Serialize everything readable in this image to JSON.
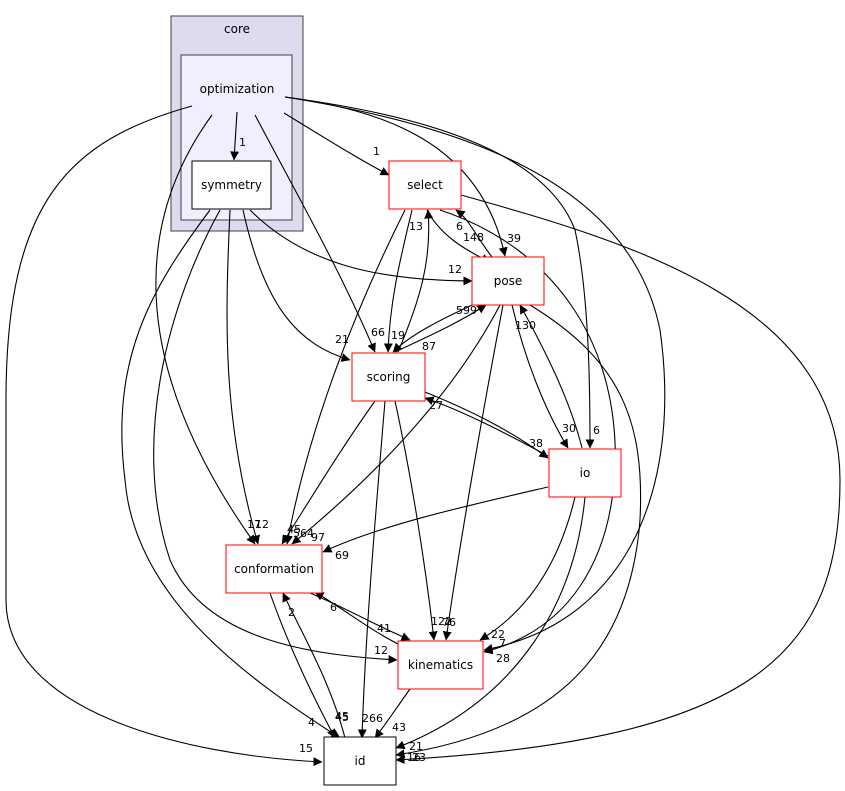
{
  "clusters": {
    "core": {
      "label": "core",
      "fill": "#dcdcee",
      "stroke": "#404040"
    },
    "optimization": {
      "label": "optimization",
      "fill": "#efefff",
      "stroke": "#404040"
    }
  },
  "nodes": {
    "symmetry": {
      "label": "symmetry",
      "border": "#000000"
    },
    "select": {
      "label": "select",
      "border": "#ff0000"
    },
    "pose": {
      "label": "pose",
      "border": "#ff0000"
    },
    "scoring": {
      "label": "scoring",
      "border": "#ff0000"
    },
    "io": {
      "label": "io",
      "border": "#ff0000"
    },
    "conformation": {
      "label": "conformation",
      "border": "#ff0000"
    },
    "kinematics": {
      "label": "kinematics",
      "border": "#ff0000"
    },
    "id": {
      "label": "id",
      "border": "#000000"
    }
  },
  "edge_labels": [
    "1",
    "1",
    "15",
    "17",
    "66",
    "39",
    "6",
    "7",
    "4",
    "12",
    "21",
    "12",
    "12",
    "148",
    "13",
    "45",
    "21",
    "6",
    "19",
    "122",
    "28",
    "599",
    "45",
    "130",
    "30",
    "76",
    "23",
    "87",
    "564",
    "27",
    "266",
    "38",
    "97",
    "69",
    "22",
    "16",
    "2",
    "41",
    "6",
    "43",
    "45"
  ]
}
